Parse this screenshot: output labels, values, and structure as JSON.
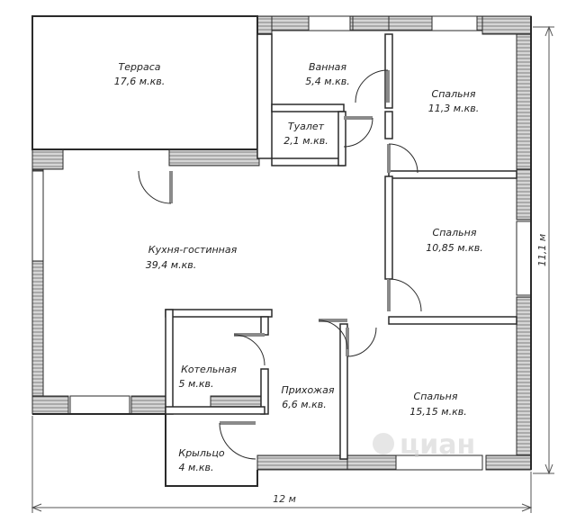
{
  "plan": {
    "rooms": [
      {
        "id": "terrace",
        "name": "Терраса",
        "area": "17,6 м.кв."
      },
      {
        "id": "bathroom",
        "name": "Ванная",
        "area": "5,4 м.кв."
      },
      {
        "id": "bedroom1",
        "name": "Спальня",
        "area": "11,3 м.кв."
      },
      {
        "id": "toilet",
        "name": "Туалет",
        "area": "2,1 м.кв."
      },
      {
        "id": "kitchen",
        "name": "Кухня-гостинная",
        "area": "39,4 м.кв."
      },
      {
        "id": "bedroom2",
        "name": "Спальня",
        "area": "10,85 м.кв."
      },
      {
        "id": "boiler",
        "name": "Котельная",
        "area": "5 м.кв."
      },
      {
        "id": "hall",
        "name": "Прихожая",
        "area": "6,6 м.кв."
      },
      {
        "id": "bedroom3",
        "name": "Спальня",
        "area": "15,15 м.кв."
      },
      {
        "id": "porch",
        "name": "Крыльцо",
        "area": "4 м.кв."
      }
    ],
    "dimensions": {
      "width": "12 м",
      "height": "11,1 м"
    },
    "watermark": "циан",
    "colors": {
      "wall": "#2a2a2a",
      "door": "#8a8a8a",
      "hatch": "#7a7a7a"
    }
  }
}
